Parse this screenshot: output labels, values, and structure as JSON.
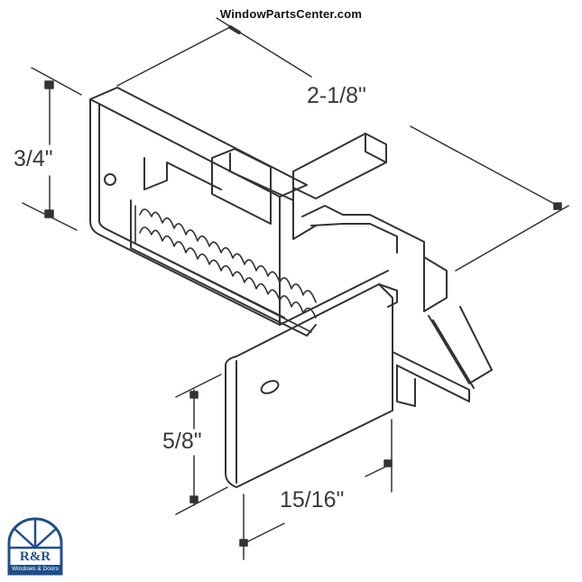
{
  "watermark": {
    "text": "WindowParts​Center.com"
  },
  "drawing": {
    "subject": "sliding-door-latch-isometric-drawing",
    "line_color": "#333333",
    "dimensions": {
      "height": "3/4\"",
      "length": "2-1/8\"",
      "plate_height": "5/8\"",
      "plate_width": "15/16\""
    }
  },
  "logo": {
    "name": "R&R",
    "subtitle": "Windows & Doors",
    "brand_color": "#1f4e8c"
  }
}
